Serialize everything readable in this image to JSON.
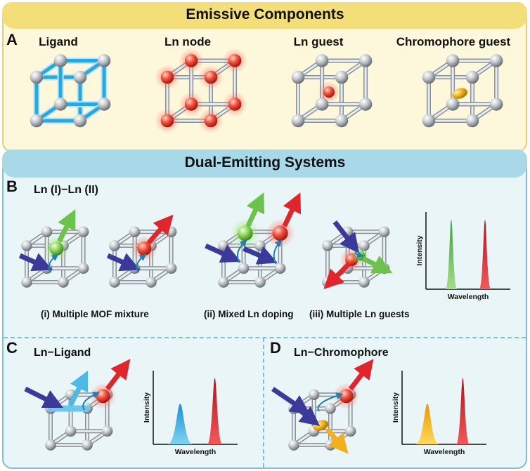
{
  "sections": {
    "emissive_title": "Emissive Components",
    "dual_title": "Dual-Emitting Systems"
  },
  "panel_a": {
    "letter": "A",
    "items": [
      "Ligand",
      "Ln node",
      "Ln guest",
      "Chromophore guest"
    ]
  },
  "panel_b": {
    "letter": "B",
    "title": "Ln (I)−Ln (II)",
    "captions": [
      "(i) Multiple MOF mixture",
      "(ii) Mixed Ln doping",
      "(iii) Multiple Ln guests"
    ]
  },
  "panel_c": {
    "letter": "C",
    "title": "Ln−Ligand"
  },
  "panel_d": {
    "letter": "D",
    "title": "Ln−Chromophore"
  },
  "spectra": {
    "x_label": "Wavelength",
    "y_label": "Intensity"
  },
  "colors": {
    "ligand": "#29a7df",
    "ln_red": "#e8322c",
    "ln_green": "#5bbf3f",
    "chromophore": "#f2b01c",
    "excitation": "#3b3a9a",
    "top_panel": "#fdf7dc",
    "bottom_panel": "#eaf5f8"
  }
}
